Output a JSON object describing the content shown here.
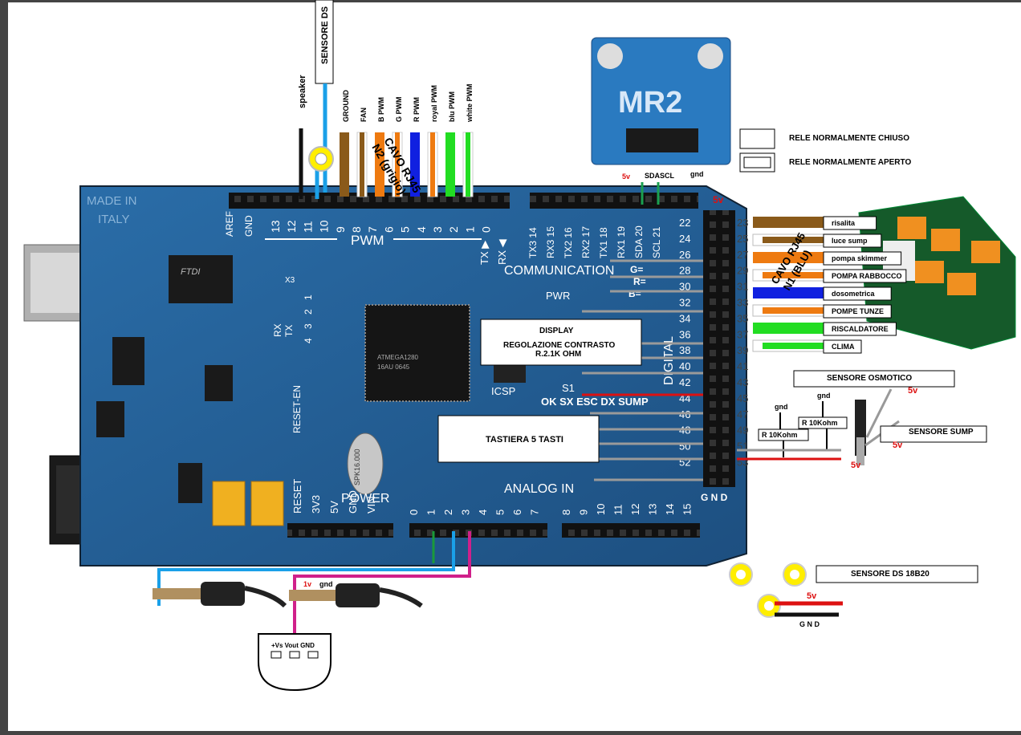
{
  "board": {
    "made_in": [
      "MADE IN",
      "ITALY"
    ],
    "pwm_label": "PWM",
    "communication_label": "COMMUNICATION",
    "digital_label": "DIGITAL",
    "power_label": "POWER",
    "analog_label": "ANALOG IN",
    "aref": "AREF",
    "gnd": "GND",
    "pwm_pins": [
      "13",
      "12",
      "11",
      "10",
      "9",
      "8",
      "7",
      "6",
      "5",
      "4",
      "3",
      "2",
      "1",
      "0"
    ],
    "tx_rx_main": [
      "TX ▶",
      "RX ◀"
    ],
    "comm_pins": [
      "TX3 14",
      "RX3 15",
      "TX2 16",
      "RX2 17",
      "TX1 18",
      "RX1 19",
      "SDA 20",
      "SCL 21"
    ],
    "even_pins": [
      "22",
      "24",
      "26",
      "28",
      "30",
      "32",
      "34",
      "36",
      "38",
      "40",
      "42",
      "44",
      "46",
      "48",
      "50",
      "52"
    ],
    "odd_pins": [
      "23",
      "25",
      "27",
      "29",
      "31",
      "33",
      "35",
      "37",
      "39",
      "41",
      "43",
      "45",
      "47",
      "49",
      "51",
      "53"
    ],
    "power_pins": [
      "RESET",
      "3V3",
      "5V",
      "GND",
      "VIN"
    ],
    "analog_pins": [
      "0",
      "1",
      "2",
      "3",
      "4",
      "5",
      "6",
      "7",
      "8",
      "9",
      "10",
      "11",
      "12",
      "13",
      "14",
      "15"
    ],
    "rx_tx_leds": [
      "RX",
      "TX"
    ],
    "x3": "X3",
    "x3_nums": [
      "4",
      "3",
      "2",
      "1"
    ],
    "pwr": "PWR",
    "icsp": "ICSP",
    "s1": "S1",
    "reset_en": "RESET-EN",
    "chip_text": [
      "ATMEGA1280",
      "16AU 0645"
    ],
    "crystal": "SPK16.000",
    "ftdi": "FTDI",
    "g_eq": "G=",
    "r_eq": "R=",
    "b_eq": "B=",
    "fivev_top": "5v",
    "gnd_vertical": "G N D"
  },
  "top_connector": {
    "sensor_ds": "SENSORE DS",
    "speaker": "speaker",
    "pin_labels": [
      "GROUND",
      "FAN",
      "B PWM",
      "G PWM",
      "R PWM",
      "royal PWM",
      "blu PWM",
      "white PWM"
    ],
    "cable_label": [
      "CAVO RJ45",
      "N2 (grigio)"
    ]
  },
  "rtc_module": {
    "brand": "MR2",
    "pin_labels": [
      "5v",
      "SDA",
      "SCL",
      "gnd"
    ]
  },
  "relay_legend": {
    "closed": "RELE NORMALMENTE CHIUSO",
    "open": "RELE NORMALMENTE APERTO"
  },
  "relay_cable": {
    "label": [
      "CAVO RJ45",
      "N1 (BLU)"
    ],
    "items": [
      "risalita",
      "luce sump",
      "pompa skimmer",
      "POMPA RABBOCCO",
      "dosometrica",
      "POMPE TUNZE",
      "RISCALDATORE",
      "CLIMA"
    ],
    "colors": [
      "#8a5a1a",
      "#8a5a1a",
      "#ee7a10",
      "#ee7a10",
      "#1020e0",
      "#ee7a10",
      "#22dd22",
      "#22dd22"
    ],
    "stripe": [
      false,
      true,
      false,
      true,
      false,
      true,
      false,
      true
    ]
  },
  "display_box": {
    "title": "DISPLAY",
    "line1": "REGOLAZIONE  CONTRASTO",
    "line2": "R.2.1K  OHM"
  },
  "buttons_label": "OK  SX  ESC  DX  SUMP",
  "keyboard_label": "TASTIERA 5 TASTI",
  "osmotic": {
    "title": "SENSORE OSMOTICO",
    "gnd1": "gnd",
    "gnd2": "gnd",
    "r1": "R 10Kohm",
    "r2": "R 10Kohm",
    "fivev1": "5v",
    "fivev2": "5v",
    "fivev3": "5v",
    "sump": "SENSORE SUMP"
  },
  "ds18b20": {
    "title": "SENSORE DS 18B20",
    "fivev": "5v",
    "gnd": "G N D"
  },
  "lm35": {
    "onev": "1v",
    "gnd": "gnd",
    "pins": "+Vs  Vout  GND"
  }
}
